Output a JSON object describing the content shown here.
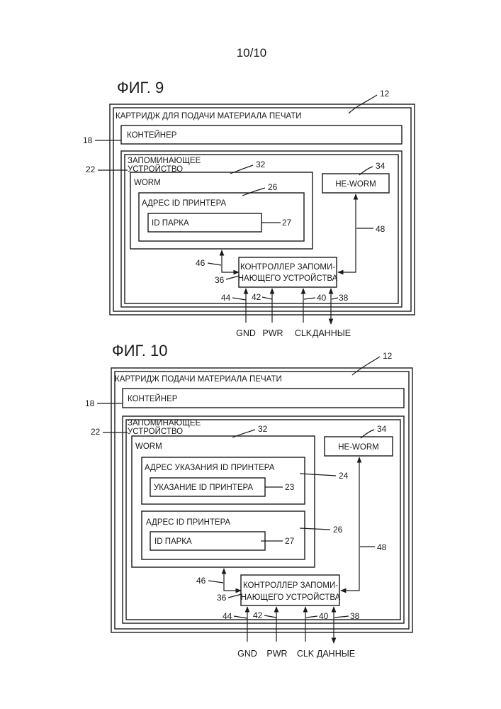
{
  "page_number": "10/10",
  "fig9": {
    "title": "ФИГ. 9",
    "cartridge": "КАРТРИДЖ ДЛЯ ПОДАЧИ МАТЕРИАЛА ПЕЧАТИ",
    "container": "КОНТЕЙНЕР",
    "memory_line1": "ЗАПОМИНАЮЩЕЕ",
    "memory_line2": "УСТРОЙСТВО",
    "worm": "WORM",
    "printer_id_address": "АДРЕС ID ПРИНТЕРА",
    "fleet_id": "ID ПАРКА",
    "he_worm": "HE-WORM",
    "controller_line1": "КОНТРОЛЛЕР ЗАПОМИ-",
    "controller_line2": "НАЮЩЕГО УСТРОЙСТВА",
    "signals": {
      "gnd": "GND",
      "pwr": "PWR",
      "clk": "CLK",
      "data": "ДАННЫЕ"
    },
    "refs": {
      "r12": "12",
      "r18": "18",
      "r22": "22",
      "r32": "32",
      "r34": "34",
      "r26": "26",
      "r27": "27",
      "r48": "48",
      "r46": "46",
      "r36": "36",
      "r44": "44",
      "r42": "42",
      "r40": "40",
      "r38": "38"
    }
  },
  "fig10": {
    "title": "ФИГ. 10",
    "cartridge": "КАРТРИДЖ ПОДАЧИ МАТЕРИАЛА ПЕЧАТИ",
    "container": "КОНТЕЙНЕР",
    "memory_line1": "ЗАПОМИНАЮЩЕЕ",
    "memory_line2": "УСТРОЙСТВО",
    "worm": "WORM",
    "indication_address": "АДРЕС УКАЗАНИЯ ID ПРИНТЕРА",
    "indication": "УКАЗАНИЕ ID ПРИНТЕРА",
    "printer_id_address": "АДРЕС ID ПРИНТЕРА",
    "fleet_id": "ID ПАРКА",
    "he_worm": "HE-WORM",
    "controller_line1": "КОНТРОЛЛЕР ЗАПОМИ-",
    "controller_line2": "НАЮЩЕГО УСТРОЙСТВА",
    "signals": {
      "gnd": "GND",
      "pwr": "PWR",
      "clk": "CLK",
      "data": "ДАННЫЕ"
    },
    "refs": {
      "r12": "12",
      "r18": "18",
      "r22": "22",
      "r32": "32",
      "r34": "34",
      "r24": "24",
      "r23": "23",
      "r26": "26",
      "r27": "27",
      "r48": "48",
      "r46": "46",
      "r36": "36",
      "r44": "44",
      "r42": "42",
      "r40": "40",
      "r38": "38"
    }
  }
}
